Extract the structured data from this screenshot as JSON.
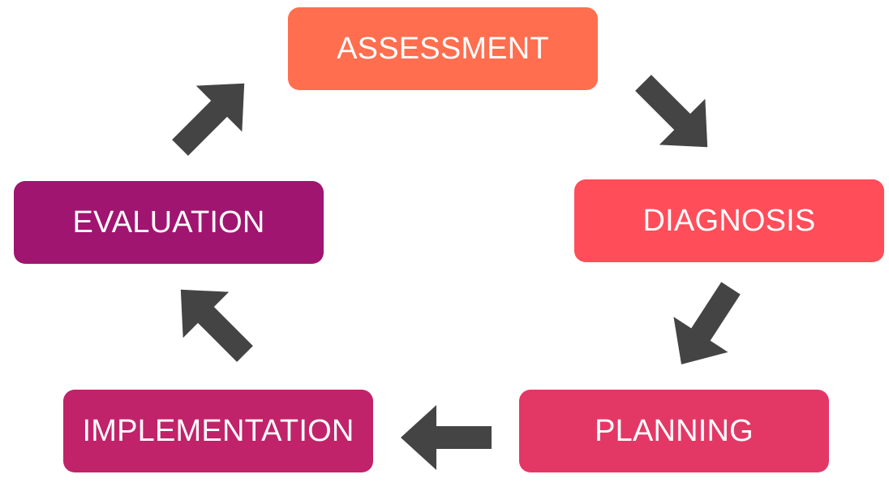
{
  "colors": {
    "assessment": "#ff6e4e",
    "diagnosis": "#ff4d5a",
    "planning": "#e33866",
    "implementation": "#c0236a",
    "evaluation": "#a01570",
    "arrow": "#444444",
    "text": "#ffffff"
  },
  "steps": {
    "assessment": "ASSESSMENT",
    "diagnosis": "DIAGNOSIS",
    "planning": "PLANNING",
    "implementation": "IMPLEMENTATION",
    "evaluation": "EVALUATION"
  },
  "arrows": [
    {
      "name": "arrow-assessment-to-diagnosis",
      "icon": "arrow-down-right-icon"
    },
    {
      "name": "arrow-diagnosis-to-planning",
      "icon": "arrow-down-left-icon"
    },
    {
      "name": "arrow-planning-to-implementation",
      "icon": "arrow-left-icon"
    },
    {
      "name": "arrow-implementation-to-evaluation",
      "icon": "arrow-up-left-icon"
    },
    {
      "name": "arrow-evaluation-to-assessment",
      "icon": "arrow-up-right-icon"
    }
  ]
}
